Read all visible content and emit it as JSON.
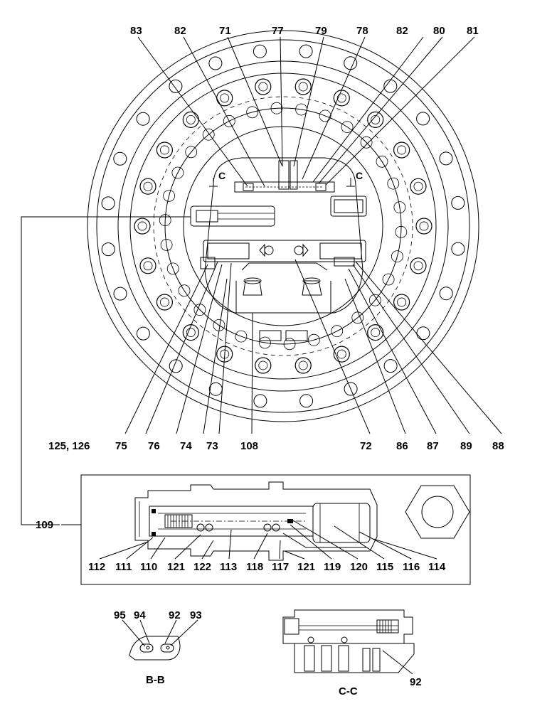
{
  "top_labels": [
    "83",
    "82",
    "71",
    "77",
    "79",
    "78",
    "82",
    "80",
    "81"
  ],
  "bottom_labels": [
    "125, 126",
    "75",
    "76",
    "74",
    "73",
    "108",
    "72",
    "86",
    "87",
    "89",
    "88"
  ],
  "section_markers": [
    "C",
    "C"
  ],
  "detail_label": "109",
  "detail_labels": [
    "112",
    "111",
    "110",
    "121",
    "122",
    "113",
    "118",
    "117",
    "121",
    "119",
    "120",
    "115",
    "116",
    "114"
  ],
  "bb_labels": [
    "95",
    "94",
    "92",
    "93"
  ],
  "bb_title": "B-B",
  "cc_label": "92",
  "cc_title": "C-C"
}
